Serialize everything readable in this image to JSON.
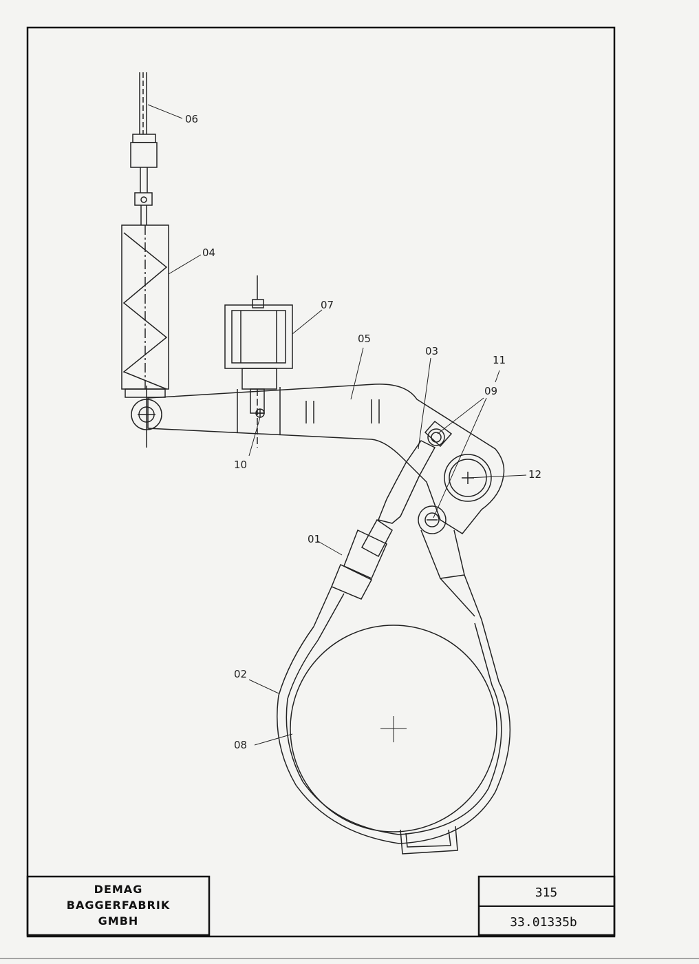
{
  "labels": {
    "l01": "01",
    "l02": "02",
    "l03": "03",
    "l04": "04",
    "l05": "05",
    "l06": "06",
    "l07": "07",
    "l08": "08",
    "l09": "09",
    "l10": "10",
    "l11": "11",
    "l12": "12"
  },
  "title_block": {
    "company_line1": "DEMAG",
    "company_line2": "BAGGERFABRIK",
    "company_line3": "GMBH",
    "sheet_number": "315",
    "drawing_number": "33.01335b"
  }
}
